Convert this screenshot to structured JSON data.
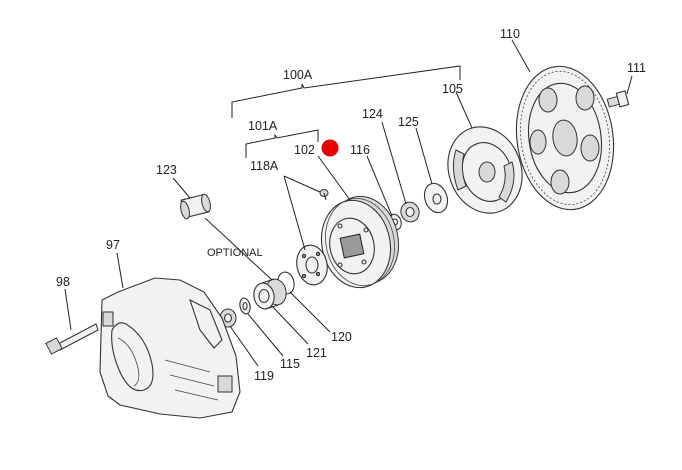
{
  "labels": {
    "l110": "110",
    "l111": "111",
    "l100A": "100A",
    "l105": "105",
    "l124": "124",
    "l125": "125",
    "l101A": "101A",
    "l102": "102",
    "l116": "116",
    "l118A": "118A",
    "l123": "123",
    "l97": "97",
    "optional": "OPTIONAL",
    "l98": "98",
    "l120": "120",
    "l121": "121",
    "l115": "115",
    "l119": "119"
  },
  "marker_color": "#e60000"
}
